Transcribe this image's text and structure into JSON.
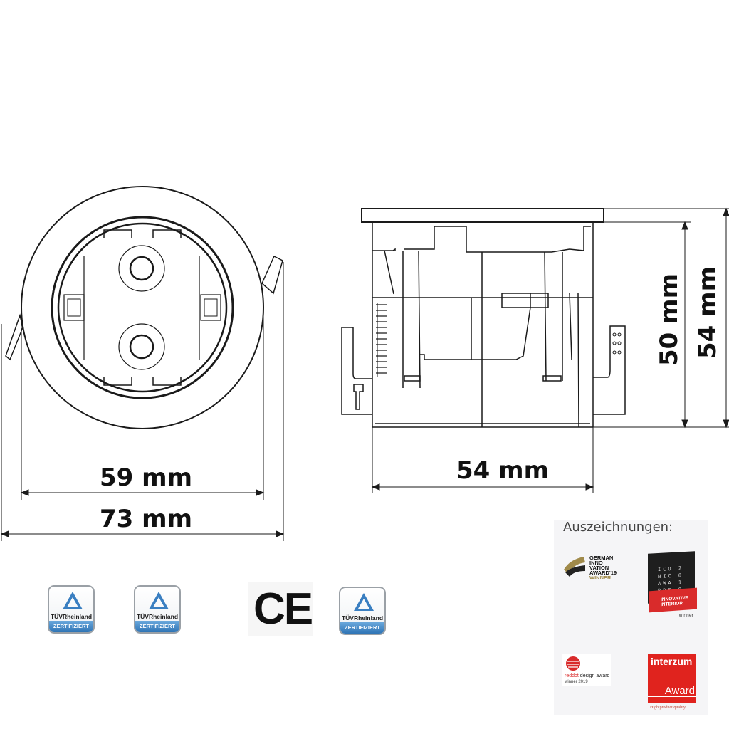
{
  "dimensions": {
    "front_inner_diameter": "59 mm",
    "front_outer_diameter": "73 mm",
    "side_width": "54 mm",
    "side_body_height": "50 mm",
    "side_total_height": "54 mm"
  },
  "certifications": [
    {
      "brand": "TÜVRheinland",
      "label": "ZERTIFIZIERT"
    },
    {
      "brand": "TÜVRheinland",
      "label": "ZERTIFIZIERT"
    },
    {
      "mark": "CE"
    },
    {
      "brand": "TÜVRheinland",
      "label": "ZERTIFIZIERT"
    }
  ],
  "awards": {
    "title": "Auszeichnungen:",
    "german_innovation": {
      "lines": [
        "GERMAN",
        "INNO",
        "VATION",
        "AWARD'19"
      ],
      "winner": "WINNER"
    },
    "iconic": {
      "lines": [
        "ICO 2",
        "NIC 0",
        "AWA 1",
        "RDS 9"
      ],
      "banner": [
        "INNOVATIVE",
        "INTERIOR"
      ],
      "winner": "winner"
    },
    "reddot": {
      "brand_red": "reddot",
      "brand_rest": " design award",
      "sub": "winner 2019"
    },
    "interzum": {
      "name": "interzum",
      "award": "Award",
      "quality": "High product quality"
    }
  },
  "colors": {
    "line": "#1a1a1a",
    "tuv_blue": "#2f74b5",
    "award_red": "#e0231e",
    "panel_bg": "#f5f5f7"
  }
}
